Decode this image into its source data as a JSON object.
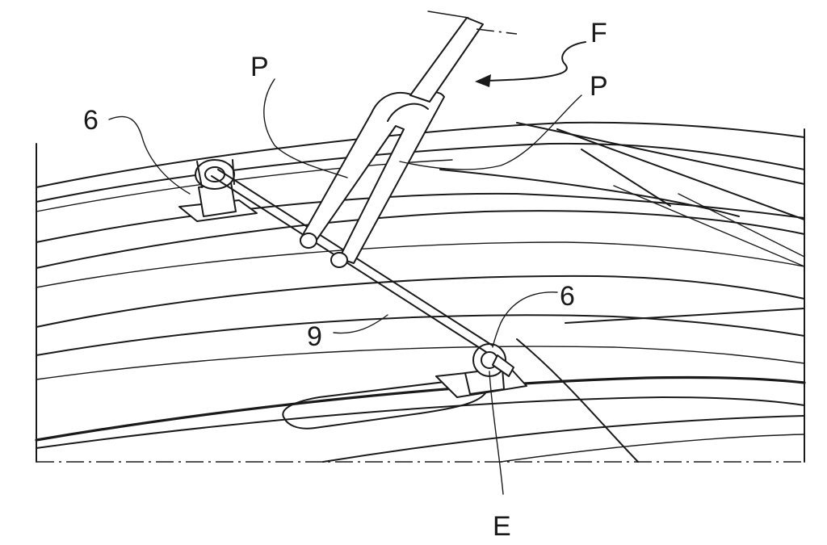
{
  "diagram": {
    "labels": {
      "bracket_left": "6",
      "bracket_right": "6",
      "arm_left": "P",
      "arm_right": "P",
      "force": "F",
      "bar": "9",
      "axis_end": "E"
    },
    "line_color": "#1a1a1a",
    "background": "#ffffff"
  }
}
